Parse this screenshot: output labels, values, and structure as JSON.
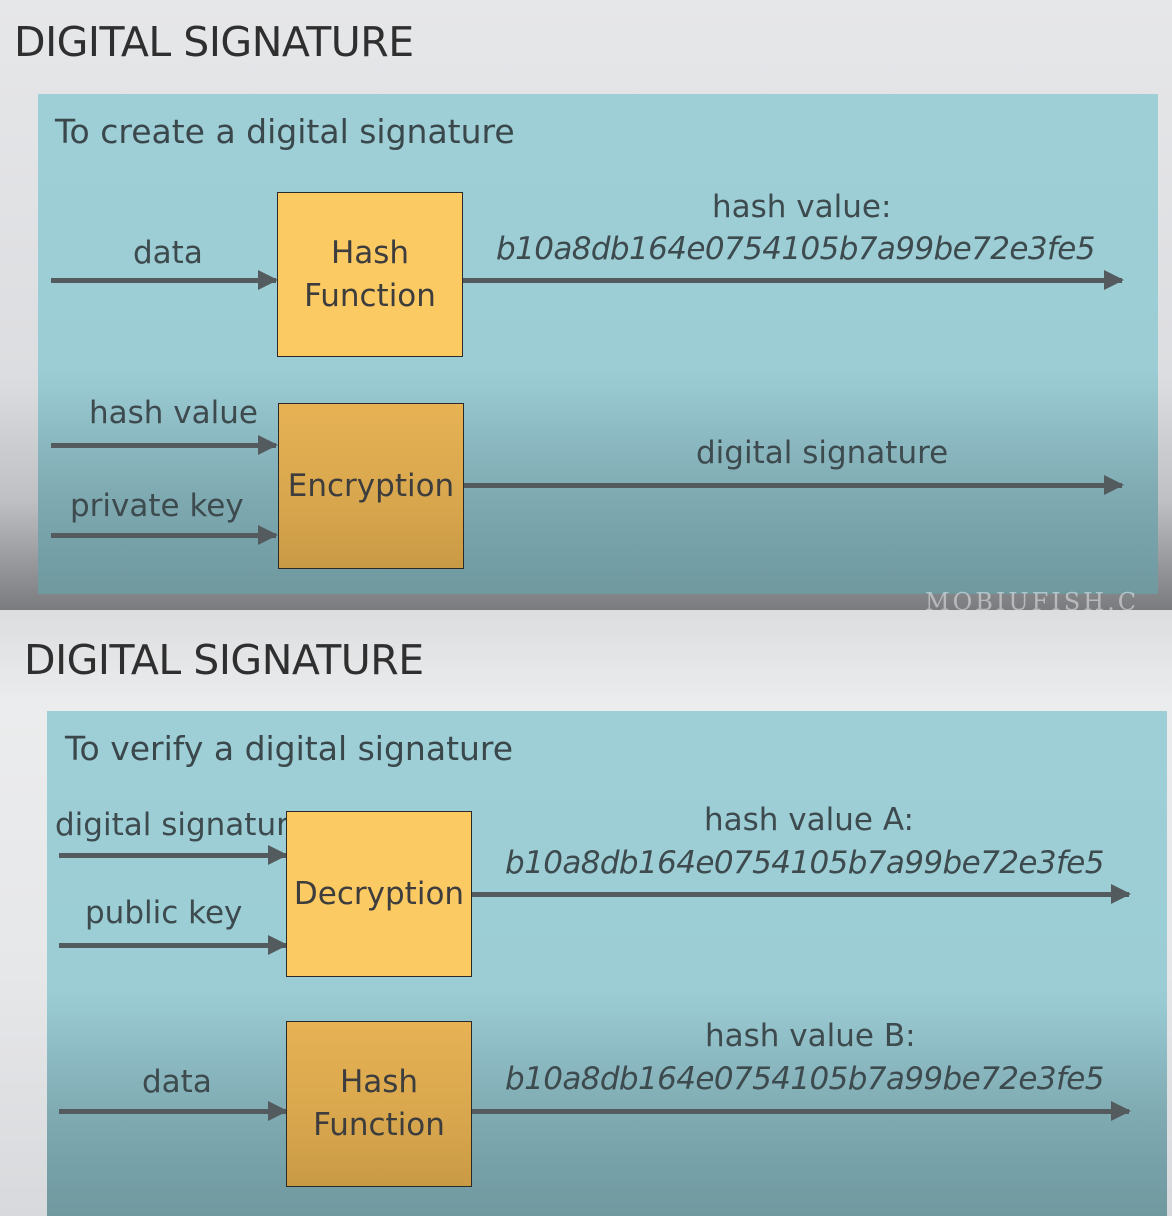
{
  "slide_create": {
    "title": "DIGITAL SIGNATURE",
    "caption": "To create a digital signature",
    "hash_box": {
      "line1": "Hash",
      "line2": "Function"
    },
    "input_data_label": "data",
    "hash_output_label": "hash value:",
    "hash_output_value": "b10a8db164e0754105b7a99be72e3fe5",
    "encryption_box": "Encryption",
    "input_hash_label": "hash value",
    "input_key_label": "private key",
    "signature_output_label": "digital signature"
  },
  "slide_verify": {
    "title": "DIGITAL SIGNATURE",
    "caption": "To verify a digital signature",
    "decryption_box": "Decryption",
    "input_signature_label": "digital signature",
    "input_key_label": "public key",
    "hash_a_label": "hash value A:",
    "hash_a_value": "b10a8db164e0754105b7a99be72e3fe5",
    "hash_box": {
      "line1": "Hash",
      "line2": "Function"
    },
    "input_data_label": "data",
    "hash_b_label": "hash value B:",
    "hash_b_value": "b10a8db164e0754105b7a99be72e3fe5"
  },
  "colors": {
    "panel": "#9ecfd7",
    "box_light": "#fcca63",
    "box_dark": "#d8a64d",
    "arrow": "#545b5f"
  }
}
